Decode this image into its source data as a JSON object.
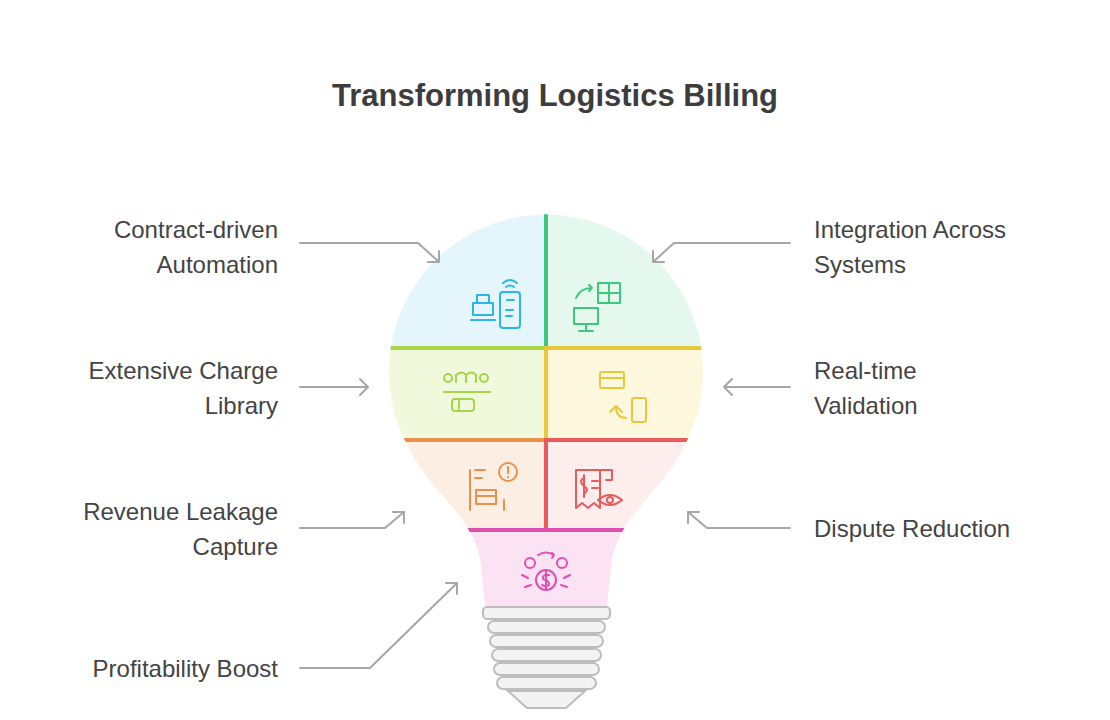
{
  "diagram": {
    "title": "Transforming Logistics Billing",
    "labels": [
      "Contract-driven Automation",
      "Integration Across Systems",
      "Extensive Charge Library",
      "Real-time Validation",
      "Revenue Leakage Capture",
      "Dispute Reduction",
      "Profitability Boost"
    ]
  }
}
